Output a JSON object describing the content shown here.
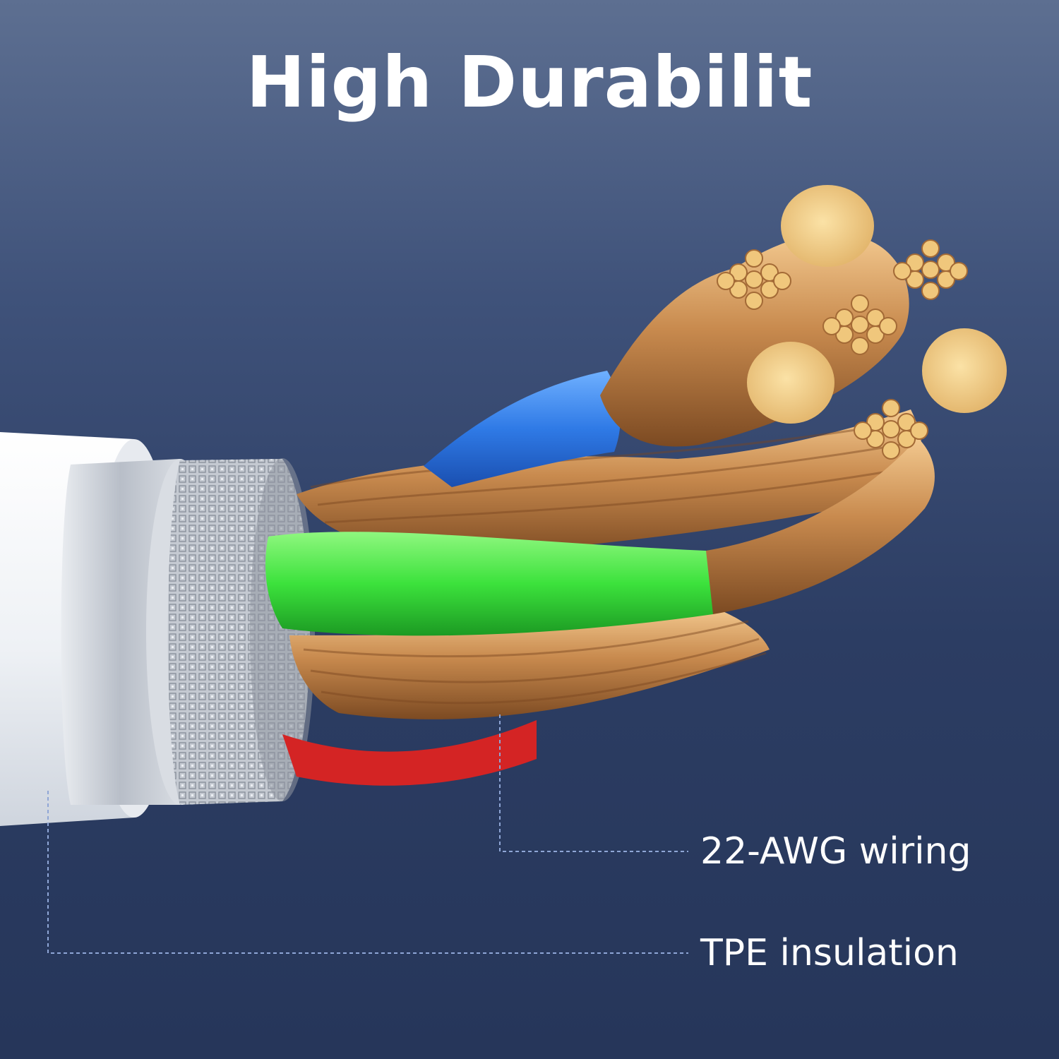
{
  "headline": "High Durabilit",
  "callouts": [
    {
      "label": "22-AWG wiring",
      "icon": "conductor-callout-line-icon"
    },
    {
      "label": "TPE insulation",
      "icon": "jacket-callout-line-icon"
    }
  ],
  "colors": {
    "background_top": "#5d6f91",
    "background_bottom": "#26365a",
    "jacket": "#f4f6f9",
    "shield": "#c9ced6",
    "blue_wire": "#2f7ae6",
    "green_wire": "#3ce23c",
    "red_wire": "#d42424",
    "copper": "#c8894e",
    "copper_end": "#f0c77c",
    "callout_line": "#8fa6d6"
  }
}
